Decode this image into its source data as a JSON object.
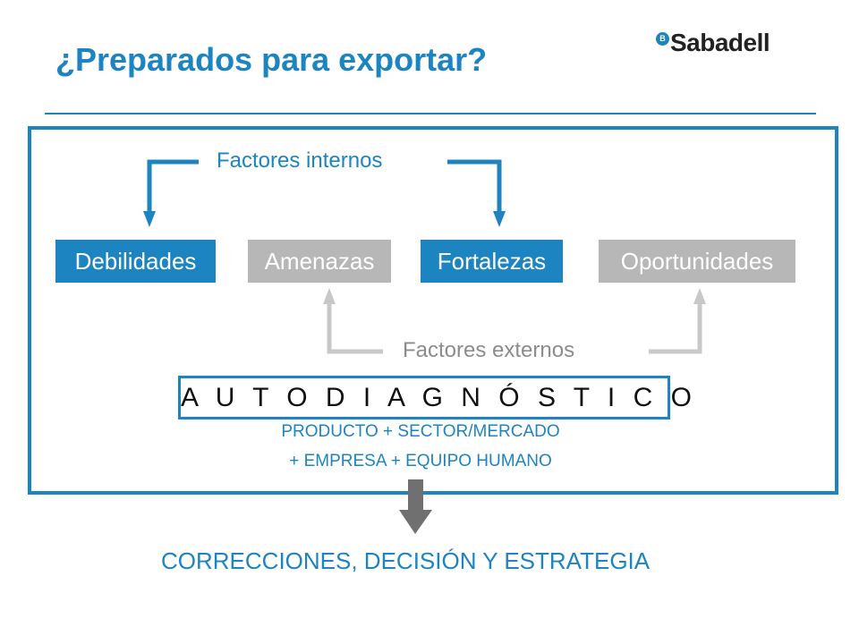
{
  "header": {
    "title": "¿Preparados para exportar?",
    "logo_mark": "B",
    "logo_text": "Sabadell"
  },
  "diagram": {
    "factors_internal": "Factores internos",
    "factors_external": "Factores externos",
    "boxes": [
      "Debilidades",
      "Amenazas",
      "Fortalezas",
      "Oportunidades"
    ],
    "self_diagnosis": "A U T O D I A G N Ó S T I C O",
    "components_line1": "PRODUCTO + SECTOR/MERCADO",
    "components_line2": "+ EMPRESA + EQUIPO HUMANO",
    "conclusion": "CORRECCIONES, DECISIÓN Y ESTRATEGIA"
  },
  "colors": {
    "accent_blue": "#1d84c2",
    "gray_box": "#b7b7b7",
    "gray_connector": "#c8c8c8",
    "arrow_dark": "#707070"
  }
}
